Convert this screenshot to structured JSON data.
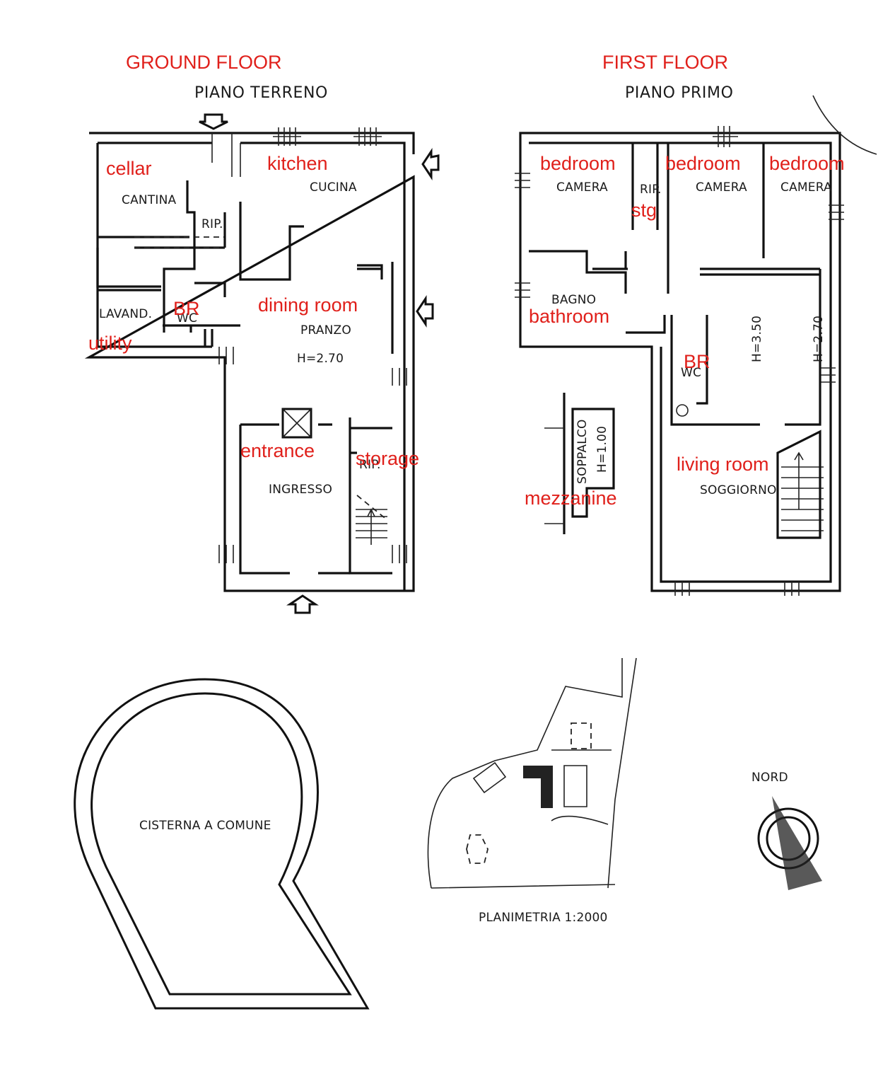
{
  "ground_floor": {
    "heading_en": "GROUND FLOOR",
    "heading_it": "PIANO TERRENO",
    "rooms": {
      "cellar": {
        "it": "CANTINA",
        "en": "cellar"
      },
      "kitchen": {
        "it": "CUCINA",
        "en": "kitchen"
      },
      "storage_rip": {
        "it": "RIP."
      },
      "dining": {
        "it": "PRANZO",
        "en": "dining room",
        "height": "H=2.70"
      },
      "laundry": {
        "it": "LAVAND.",
        "en": "utility"
      },
      "wc": {
        "it": "WC",
        "en": "BR"
      },
      "entrance": {
        "it": "INGRESSO",
        "en": "entrance"
      },
      "storage": {
        "it": "RIP.",
        "en": "storage"
      }
    }
  },
  "first_floor": {
    "heading_en": "FIRST FLOOR",
    "heading_it": "PIANO PRIMO",
    "rooms": {
      "bedroom1": {
        "it": "CAMERA",
        "en": "bedroom"
      },
      "rip": {
        "it": "RIP.",
        "en": "stg"
      },
      "bedroom2": {
        "it": "CAMERA",
        "en": "bedroom"
      },
      "bedroom3": {
        "it": "CAMERA",
        "en": "bedroom"
      },
      "bathroom": {
        "it": "BAGNO",
        "en": "bathroom"
      },
      "wc": {
        "it": "WC",
        "en": "BR"
      },
      "height_a": "H=3.50",
      "height_b": "H=2.70",
      "living": {
        "it": "SOGGIORNO",
        "en": "living room"
      },
      "mezzanine": {
        "it": "SOPPALCO",
        "height": "H=1.00",
        "en": "mezzanine"
      }
    }
  },
  "cistern": {
    "label": "CISTERNA A COMUNE"
  },
  "site_plan": {
    "label": "PLANIMETRIA 1:2000"
  },
  "north": {
    "label": "NORD"
  }
}
